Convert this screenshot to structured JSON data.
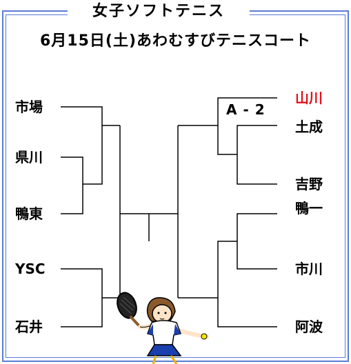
{
  "title": "女子ソフトテニス",
  "subtitle": "6月15日(土)あわむすびテニスコート",
  "left_teams": [
    "市場",
    "県川",
    "鴨東",
    "YSC",
    "石井"
  ],
  "right_teams": [
    "山川",
    "土成",
    "吉野",
    "鴨一",
    "市川",
    "阿波"
  ],
  "winner": "山川",
  "score": "A - 2",
  "colors": {
    "frame": "#5a7bd6",
    "winner": "#e0101a"
  },
  "illustration": "tennis-player-illustration"
}
